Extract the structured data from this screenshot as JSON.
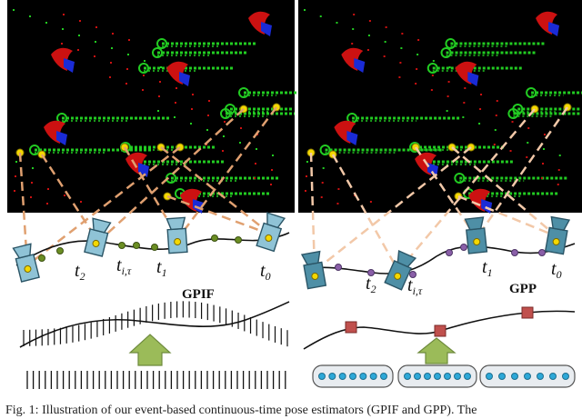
{
  "panels": [
    {
      "name": "left",
      "method_label": "GPIF",
      "time_labels": [
        {
          "base": "t",
          "sub": "2"
        },
        {
          "base": "t",
          "sub": "i,τ"
        },
        {
          "base": "t",
          "sub": "1"
        },
        {
          "base": "t",
          "sub": "0"
        }
      ]
    },
    {
      "name": "right",
      "method_label": "GPP",
      "time_labels": [
        {
          "base": "t",
          "sub": "2"
        },
        {
          "base": "t",
          "sub": "i,τ"
        },
        {
          "base": "t",
          "sub": "1"
        },
        {
          "base": "t",
          "sub": "0"
        }
      ]
    }
  ],
  "caption": "Fig. 1: Illustration of our event-based continuous-time pose estimators (GPIF and GPP). The",
  "colors": {
    "event_green": "#22cc22",
    "event_red": "#cc1111",
    "event_blue": "#1a2bd6",
    "feature_yellow": "#f5d800",
    "camera_fill": "#8fc3d6",
    "camera_stroke": "#2b5566",
    "camera_fill_right": "#4e8fa6",
    "trajectory_knot_green": "#6b8e23",
    "trajectory_knot_purple": "#8a5fa8",
    "spline_knot": "#c0504d",
    "projection_line": "#e0a070",
    "arrow_fill": "#9bbb59",
    "measure_node": "#2da8d8"
  }
}
